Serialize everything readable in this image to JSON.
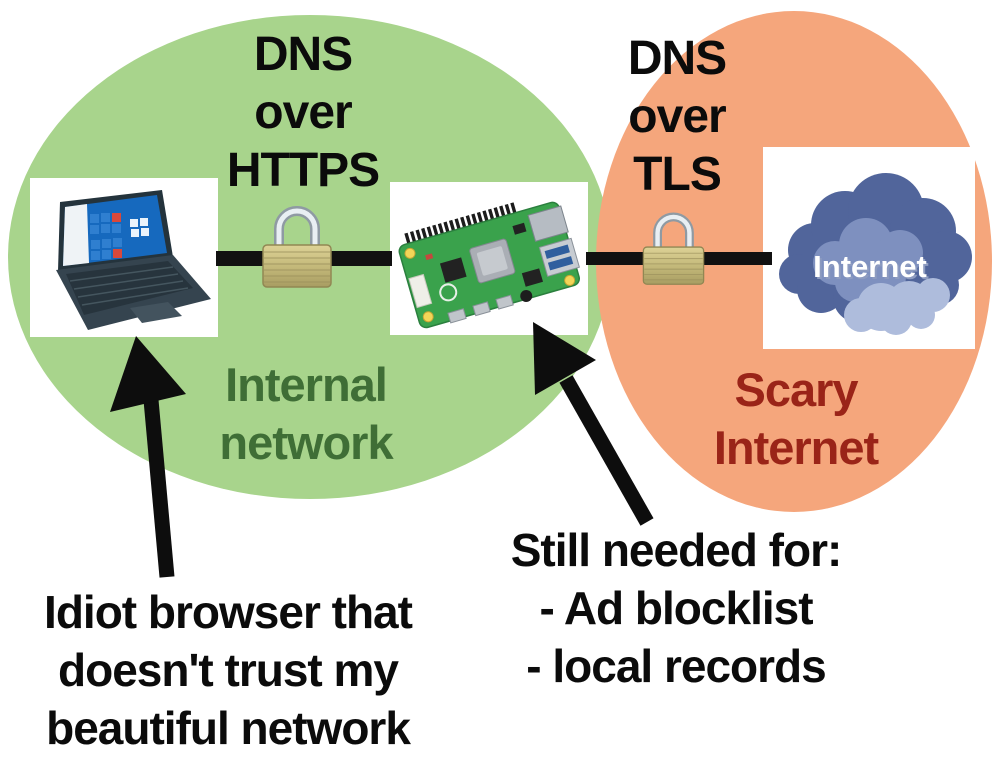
{
  "diagram": {
    "connections": [
      {
        "id": "dns-over-https",
        "label_lines": [
          "DNS",
          "over",
          "HTTPS"
        ],
        "encrypted_lock_shown": true
      },
      {
        "id": "dns-over-tls",
        "label_lines": [
          "DNS",
          "over",
          "TLS"
        ],
        "encrypted_lock_shown": true
      }
    ],
    "zones": [
      {
        "id": "internal-network",
        "label_lines": [
          "Internal",
          "network"
        ],
        "fill": "#a8d48c",
        "label_color": "#3f6e36"
      },
      {
        "id": "scary-internet",
        "label_lines": [
          "Scary",
          "Internet"
        ],
        "fill": "#f5a67c",
        "label_color": "#9a2418"
      }
    ],
    "nodes": [
      {
        "id": "laptop"
      },
      {
        "id": "raspberry-pi"
      },
      {
        "id": "internet-cloud",
        "label": "Internet"
      }
    ],
    "annotations": [
      {
        "id": "browser-note",
        "lines": [
          "Idiot browser that",
          "doesn't trust my",
          "beautiful network"
        ]
      },
      {
        "id": "pi-note",
        "lines": [
          "Still needed for:",
          "- Ad blocklist",
          "- local records"
        ]
      }
    ],
    "colors": {
      "cable": "#111111",
      "arrow": "#0d0d0d",
      "text": "#0b0b0b",
      "lock_body_gold": "#c9bd7d",
      "lock_shackle_silver": "#c9d3da",
      "cloud_dark_blue": "#51659b",
      "cloud_mid_blue": "#7e90bf",
      "cloud_light_blue": "#aebcdc"
    }
  }
}
